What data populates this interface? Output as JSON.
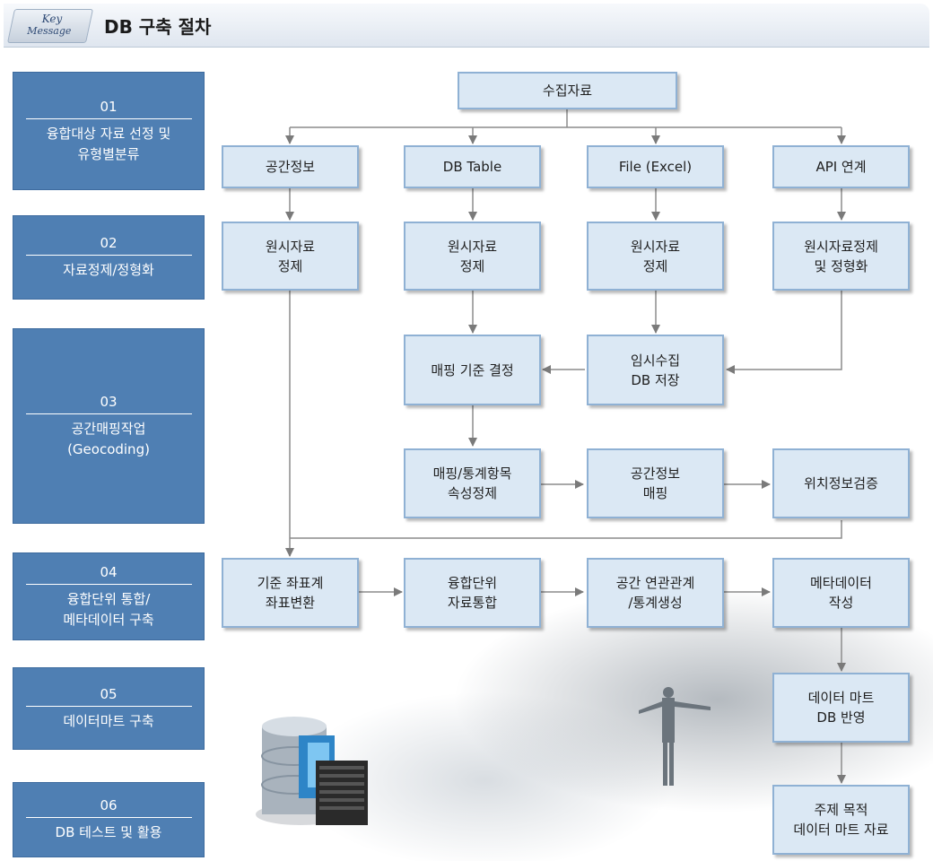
{
  "header": {
    "badge_top": "Key",
    "badge_bottom": "Message",
    "title": "DB 구축 절차"
  },
  "steps": [
    {
      "num": "01",
      "label": "융합대상 자료 선정 및\n유형별분류"
    },
    {
      "num": "02",
      "label": "자료정제/정형화"
    },
    {
      "num": "03",
      "label": "공간매핑작업\n(Geocoding)"
    },
    {
      "num": "04",
      "label": "융합단위 통합/\n메타데이터 구축"
    },
    {
      "num": "05",
      "label": "데이터마트 구축"
    },
    {
      "num": "06",
      "label": "DB 테스트 및 활용"
    }
  ],
  "nodes": {
    "source": "수집자료",
    "spatial": "공간정보",
    "db_table": "DB Table",
    "file_excel": "File (Excel)",
    "api": "API 연계",
    "raw_spatial": "원시자료\n정제",
    "raw_db": "원시자료\n정제",
    "raw_file": "원시자료\n정제",
    "raw_api": "원시자료정제\n및 정형화",
    "mapping_criteria": "매핑 기준 결정",
    "temp_db": "임시수집\nDB 저장",
    "attr_clean": "매핑/통계항목\n속성정제",
    "spatial_mapping": "공간정보\n매핑",
    "location_verify": "위치정보검증",
    "coord_transform": "기준 좌표계\n좌표변환",
    "unit_integrate": "융합단위\n자료통합",
    "relation_stats": "공간 연관관계\n/통계생성",
    "metadata": "메타데이터\n작성",
    "mart_reflect": "데이터 마트\nDB 반영",
    "theme_mart": "주제 목적\n데이터 마트 자료"
  }
}
